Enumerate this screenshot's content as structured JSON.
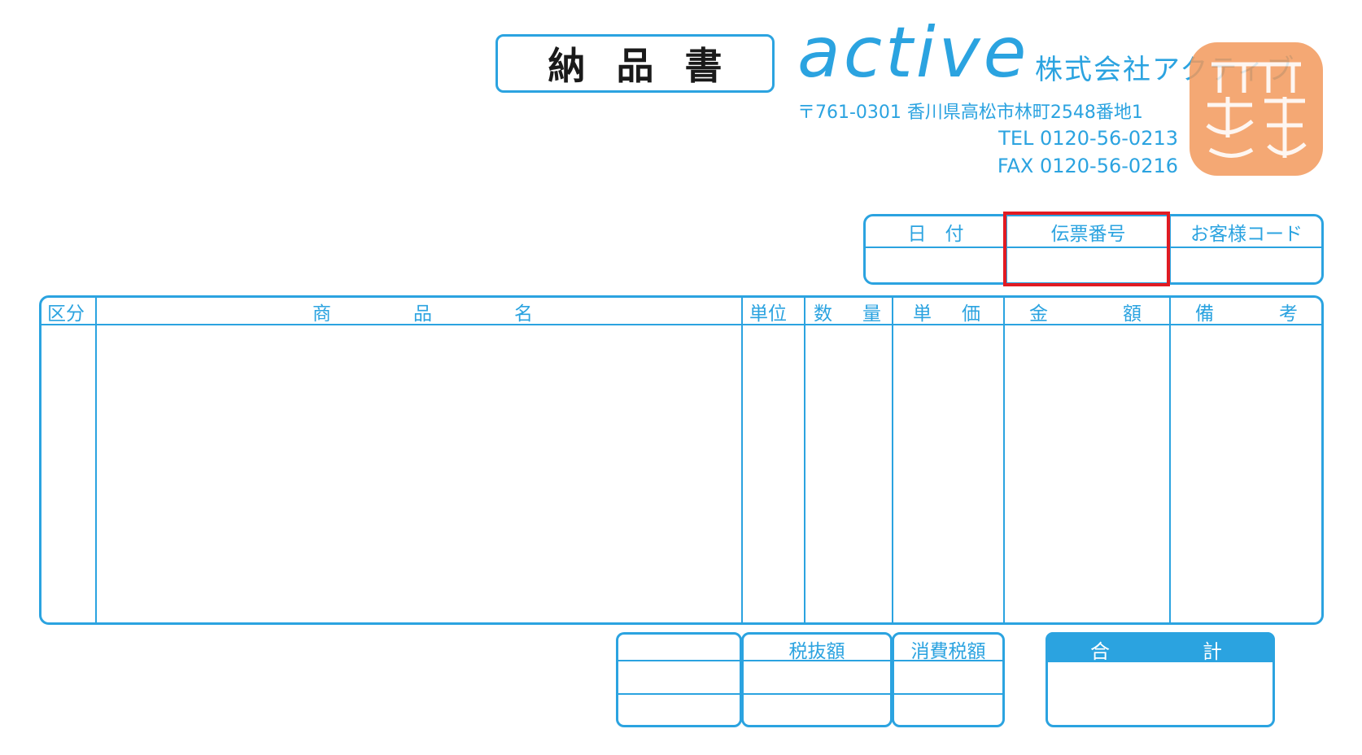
{
  "title": "納品書",
  "company": {
    "logo": "active",
    "name": "株式会社アクティブ",
    "address": "〒761-0301 香川県高松市林町2548番地1",
    "tel": "TEL 0120-56-0213",
    "fax": "FAX 0120-56-0216"
  },
  "info_table": {
    "headers": [
      "日　付",
      "伝票番号",
      "お客様コード"
    ],
    "highlighted": "伝票番号"
  },
  "main_table": {
    "headers": {
      "category": "区分",
      "product_1": "商",
      "product_2": "品",
      "product_3": "名",
      "unit": "単位",
      "qty_1": "数",
      "qty_2": "量",
      "price_1": "単",
      "price_2": "価",
      "amount_1": "金",
      "amount_2": "額",
      "notes_1": "備",
      "notes_2": "考"
    }
  },
  "summary": {
    "tax_excluded": "税抜額",
    "consumption_tax": "消費税額",
    "total_1": "合",
    "total_2": "計"
  },
  "colors": {
    "form_blue": "#2ba3e0",
    "highlight_red": "#e11b22",
    "seal_orange": "#f39a5c"
  }
}
